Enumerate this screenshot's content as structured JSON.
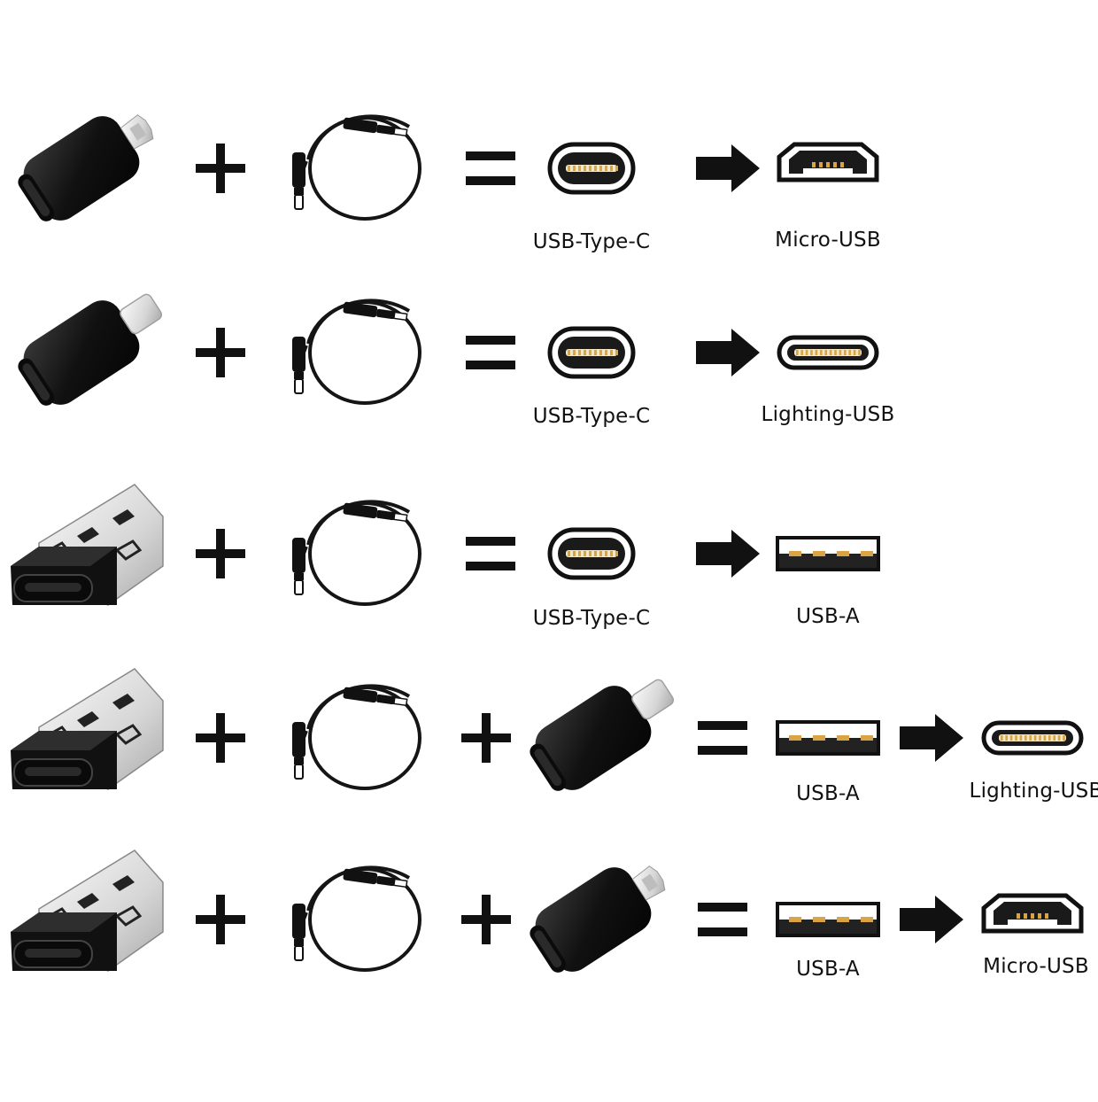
{
  "rows": [
    {
      "items": [
        "adapter-micro",
        "plus",
        "cable",
        "equals",
        "port-typec",
        "arrow",
        "port-micro"
      ],
      "labels": [
        "USB-Type-C",
        "Micro-USB"
      ]
    },
    {
      "items": [
        "adapter-lightning",
        "plus",
        "cable",
        "equals",
        "port-typec",
        "arrow",
        "port-lightning"
      ],
      "labels": [
        "USB-Type-C",
        "Lighting-USB"
      ]
    },
    {
      "items": [
        "adapter-usba",
        "plus",
        "cable",
        "equals",
        "port-typec",
        "arrow",
        "port-usba"
      ],
      "labels": [
        "USB-Type-C",
        "USB-A"
      ]
    },
    {
      "items": [
        "adapter-usba",
        "plus",
        "cable",
        "plus",
        "adapter-lightning",
        "equals",
        "port-usba",
        "arrow",
        "port-lightning"
      ],
      "labels": [
        "USB-A",
        "Lighting-USB"
      ]
    },
    {
      "items": [
        "adapter-usba",
        "plus",
        "cable",
        "plus",
        "adapter-micro",
        "equals",
        "port-usba",
        "arrow",
        "port-micro"
      ],
      "labels": [
        "USB-A",
        "Micro-USB"
      ]
    }
  ],
  "colors": {
    "ink": "#111111",
    "gold": "#d9a441",
    "silver": "#e6e6e6"
  }
}
